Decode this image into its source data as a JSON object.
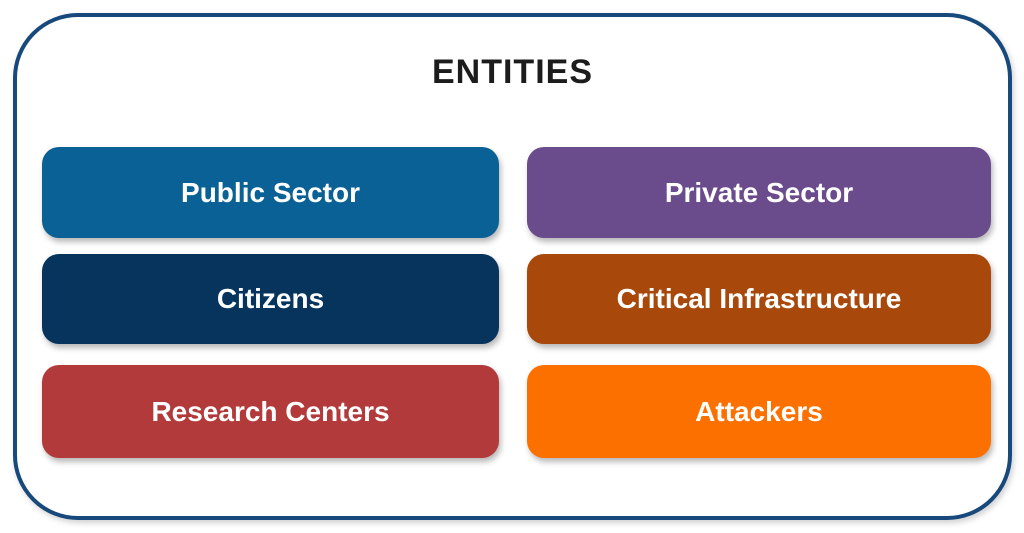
{
  "diagram": {
    "title": "ENTITIES",
    "colors": {
      "frame_border": "#17497C",
      "title_text": "#1C1C1C",
      "label_text": "#FFFFFF"
    },
    "entities": [
      {
        "id": "public-sector",
        "label": "Public Sector",
        "color": "#0A6196"
      },
      {
        "id": "private-sector",
        "label": "Private Sector",
        "color": "#6A4B8C"
      },
      {
        "id": "citizens",
        "label": "Citizens",
        "color": "#06345D"
      },
      {
        "id": "critical-infrastructure",
        "label": "Critical Infrastructure",
        "color": "#A8490B"
      },
      {
        "id": "research-centers",
        "label": "Research Centers",
        "color": "#B23A3A"
      },
      {
        "id": "attackers",
        "label": "Attackers",
        "color": "#FC7000"
      }
    ]
  }
}
